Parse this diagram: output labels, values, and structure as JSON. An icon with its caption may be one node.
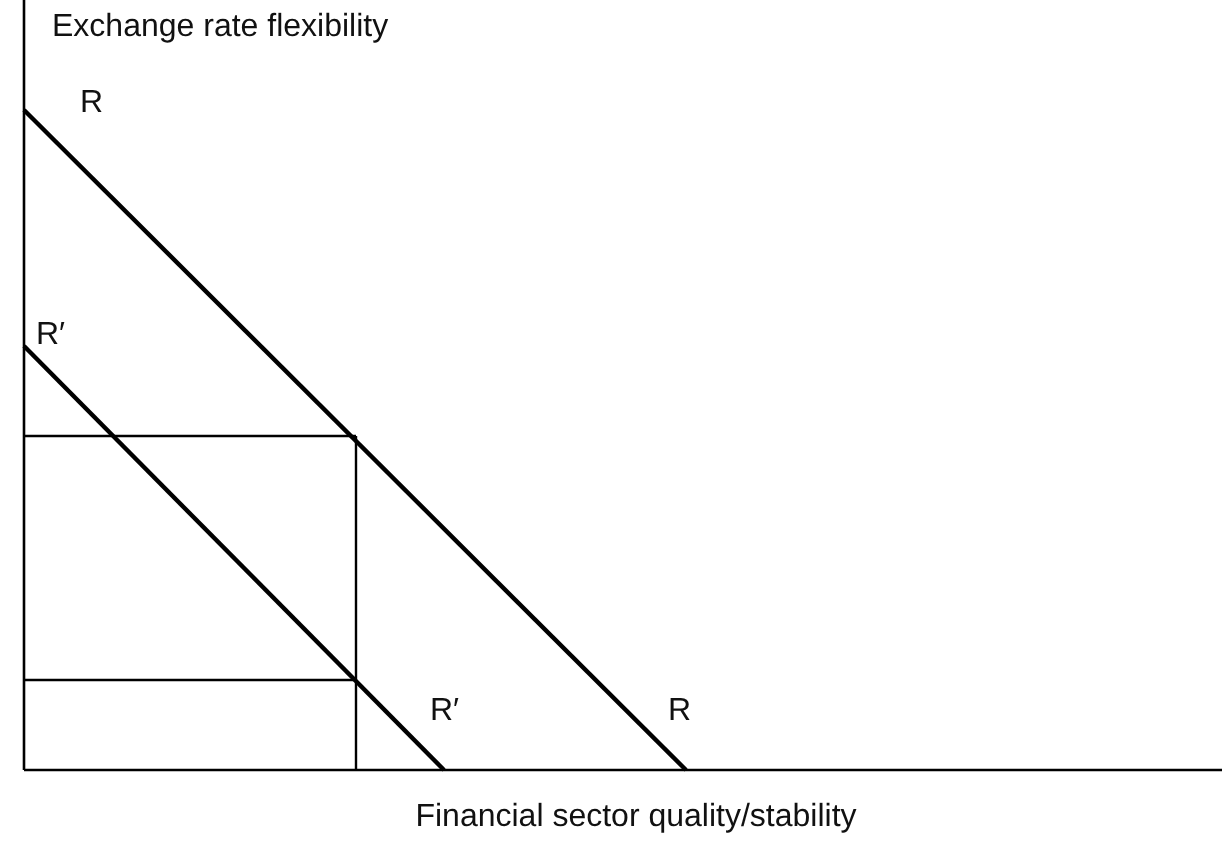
{
  "diagram": {
    "labels": [
      "Exchange rate flexibility",
      "R",
      "R′",
      "R′",
      "R",
      "Financial sector quality/stability"
    ]
  }
}
